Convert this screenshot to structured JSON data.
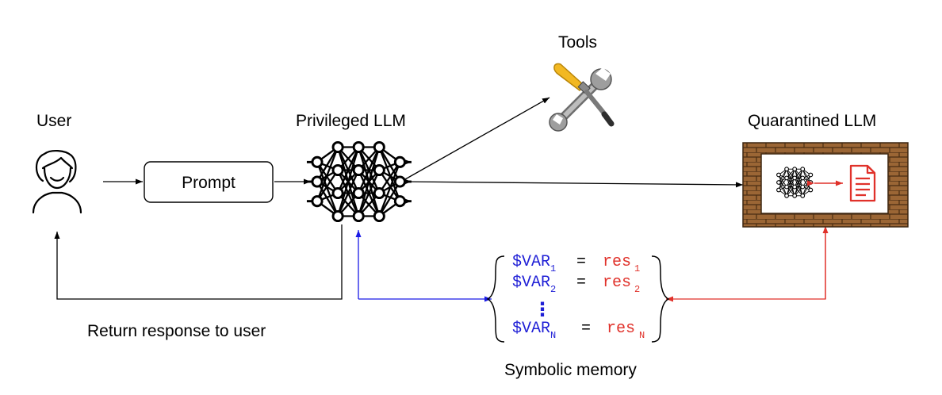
{
  "labels": {
    "user": "User",
    "privileged_llm": "Privileged LLM",
    "tools": "Tools",
    "quarantined_llm": "Quarantined LLM",
    "prompt": "Prompt",
    "return_response": "Return response to user",
    "symbolic_memory": "Symbolic memory"
  },
  "memory": {
    "rows": [
      {
        "var": "$VAR",
        "var_sub": "1",
        "eq": "=",
        "res": "res",
        "res_sub": "1"
      },
      {
        "var": "$VAR",
        "var_sub": "2",
        "eq": "=",
        "res": "res",
        "res_sub": "2"
      },
      {
        "var": "$VAR",
        "var_sub": "N",
        "eq": "=",
        "res": "res",
        "res_sub": "N"
      }
    ],
    "ellipsis": "⋮"
  },
  "colors": {
    "var": "#1f1fd6",
    "res": "#e0312a",
    "blue_arrow": "#1a1ae6",
    "red_arrow": "#e0312a",
    "brick": "#8a5a2b",
    "black": "#000000"
  },
  "icons": {
    "user": "user-avatar-icon",
    "privileged_llm": "neural-network-icon",
    "tools": "wrench-screwdriver-icon",
    "quarantined_llm": "quarantined-neural-network-icon",
    "document": "document-icon"
  }
}
